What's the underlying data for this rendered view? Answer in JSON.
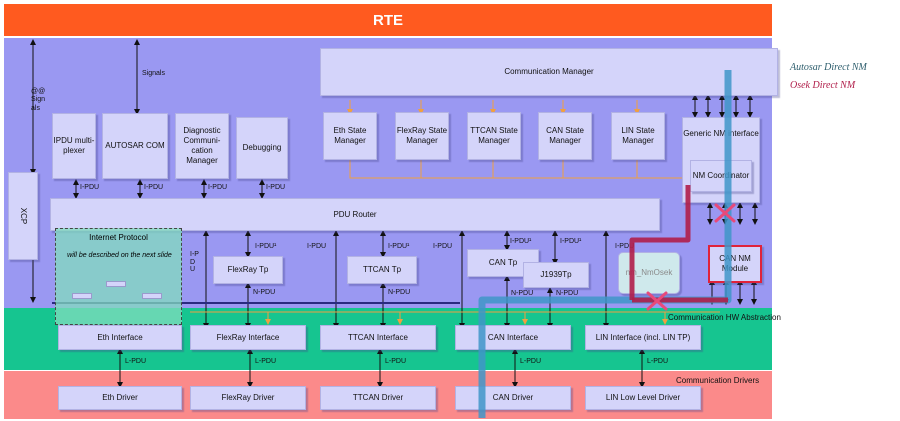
{
  "rte": "RTE",
  "legend": {
    "autosar": "Autosar Direct NM",
    "osek": "Osek Direct NM"
  },
  "modules": {
    "xcp": "XCP",
    "ipdu_mux": "IPDU multi-plexer",
    "autosar_com": "AUTOSAR COM",
    "dcm": "Diagnostic Communi-cation Manager",
    "debugging": "Debugging",
    "comm": "Communication Manager",
    "eth_sm": "Eth State Manager",
    "fr_sm": "FlexRay State Manager",
    "ttcan_sm": "TTCAN State Manager",
    "can_sm": "CAN State Manager",
    "lin_sm": "LIN State Manager",
    "nm_if": "Generic NM interface",
    "nm_coord": "NM Coordinator",
    "pdur": "PDU Router",
    "ip_title": "Internet Protocol",
    "ip_note": "will be described on the next slide",
    "fr_tp": "FlexRay Tp",
    "ttcan_tp": "TTCAN Tp",
    "can_tp": "CAN Tp",
    "j1939": "J1939Tp",
    "nm_osek": "nm_NmOsek",
    "can_nm": "CAN NM Module",
    "eth_if": "Eth Interface",
    "fr_if": "FlexRay Interface",
    "ttcan_if": "TTCAN Interface",
    "can_if": "CAN Interface",
    "lin_if": "LIN Interface (incl. LIN TP)",
    "eth_drv": "Eth Driver",
    "fr_drv": "FlexRay Driver",
    "ttcan_drv": "TTCAN Driver",
    "can_drv": "CAN Driver",
    "lin_drv": "LIN Low Level Driver"
  },
  "layers": {
    "hw_abs": "Communication HW Abstraction",
    "drivers": "Communication Drivers"
  },
  "labels": {
    "signals": "Signals",
    "sig_left": "@@Signals",
    "ipdu": "I-PDU",
    "ipdu1": "I-PDU¹",
    "npdu": "N-PDU",
    "lpdu": "L-PDU",
    "vipdu": "I-PDU"
  },
  "colors": {
    "autosar_nm": "#3f95c8",
    "osek_nm": "#b01e4a"
  }
}
